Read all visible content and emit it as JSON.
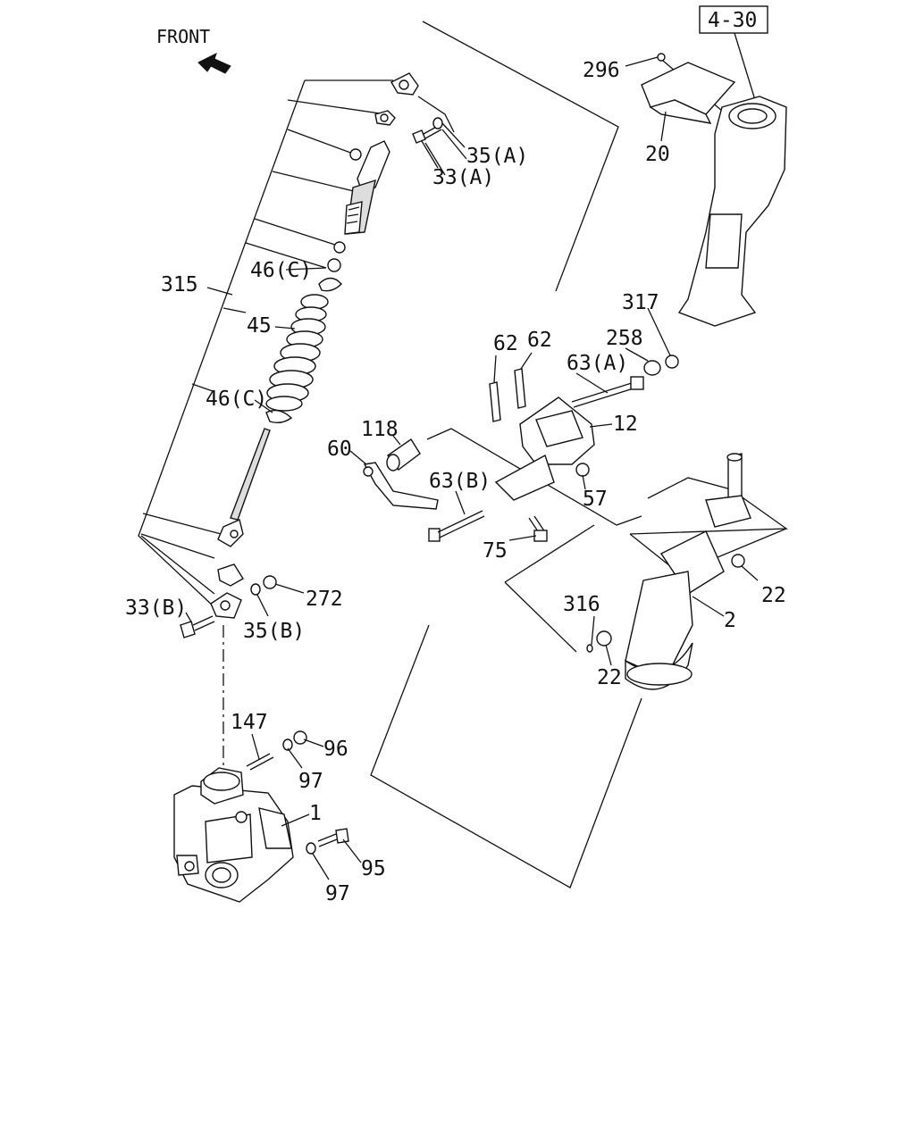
{
  "direction_label": "FRONT",
  "reference_label": "4-30",
  "callouts": [
    {
      "id": "c296",
      "text": "296"
    },
    {
      "id": "c20",
      "text": "20"
    },
    {
      "id": "c35a",
      "text": "35(A)"
    },
    {
      "id": "c33a",
      "text": "33(A)"
    },
    {
      "id": "c315",
      "text": "315"
    },
    {
      "id": "c46c_top",
      "text": "46(C)"
    },
    {
      "id": "c45",
      "text": "45"
    },
    {
      "id": "c46c_bot",
      "text": "46(C)"
    },
    {
      "id": "c317",
      "text": "317"
    },
    {
      "id": "c258",
      "text": "258"
    },
    {
      "id": "c62a",
      "text": "62"
    },
    {
      "id": "c62b",
      "text": "62"
    },
    {
      "id": "c63a",
      "text": "63(A)"
    },
    {
      "id": "c12",
      "text": "12"
    },
    {
      "id": "c118",
      "text": "118"
    },
    {
      "id": "c60",
      "text": "60"
    },
    {
      "id": "c63b",
      "text": "63(B)"
    },
    {
      "id": "c57",
      "text": "57"
    },
    {
      "id": "c75",
      "text": "75"
    },
    {
      "id": "c22a",
      "text": "22"
    },
    {
      "id": "c2",
      "text": "2"
    },
    {
      "id": "c316",
      "text": "316"
    },
    {
      "id": "c22b",
      "text": "22"
    },
    {
      "id": "c272",
      "text": "272"
    },
    {
      "id": "c33b",
      "text": "33(B)"
    },
    {
      "id": "c35b",
      "text": "35(B)"
    },
    {
      "id": "c147",
      "text": "147"
    },
    {
      "id": "c96",
      "text": "96"
    },
    {
      "id": "c97a",
      "text": "97"
    },
    {
      "id": "c1",
      "text": "1"
    },
    {
      "id": "c95",
      "text": "95"
    },
    {
      "id": "c97b",
      "text": "97"
    }
  ]
}
